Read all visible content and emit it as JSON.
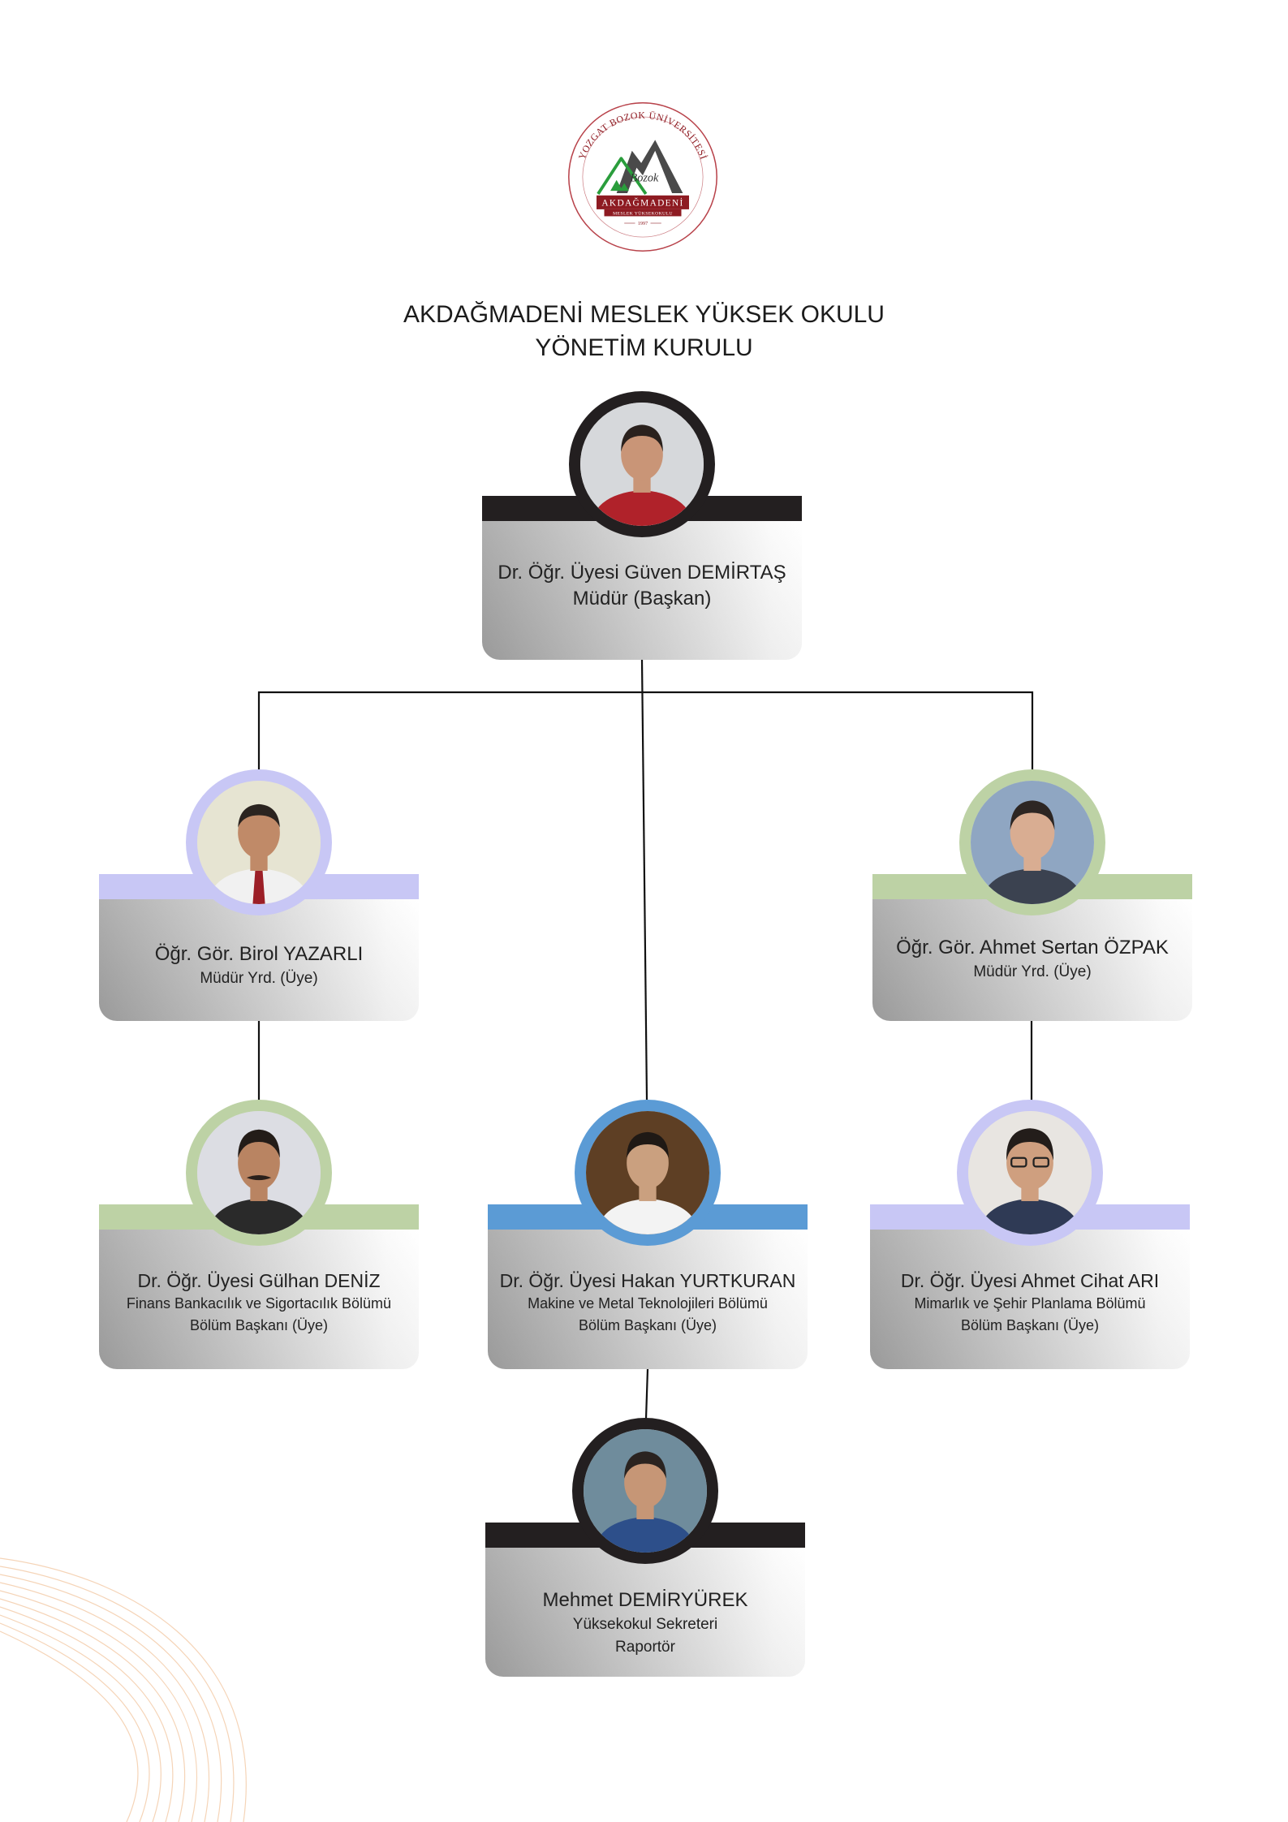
{
  "logo": {
    "arc_text": "YOZGAT BOZOK ÜNİVERSİTESİ",
    "script": "Bozok",
    "banner": "AKDAĞMADENİ",
    "banner_sub": "MESLEK YÜKSEKOKULU",
    "year": "1997"
  },
  "title": {
    "line1": "AKDAĞMADENİ MESLEK YÜKSEK OKULU",
    "line2": "YÖNETİM KURULU"
  },
  "colors": {
    "logo_red": "#8e1b22",
    "connector": "#111111",
    "wave": "#f2c6a0"
  },
  "members": [
    {
      "name": "Dr. Öğr. Üyesi Güven DEMİRTAŞ",
      "lines": [
        "Müdür (Başkan)"
      ],
      "accent": "#231f20"
    },
    {
      "name": "Öğr. Gör. Birol YAZARLI",
      "lines": [
        "Müdür Yrd. (Üye)"
      ],
      "accent": "#c8c7f5"
    },
    {
      "name": "Öğr. Gör. Ahmet Sertan ÖZPAK",
      "lines": [
        "Müdür Yrd. (Üye)"
      ],
      "accent": "#bdd2a5"
    },
    {
      "name": "Dr. Öğr. Üyesi Gülhan DENİZ",
      "lines": [
        "Finans Bankacılık ve Sigortacılık Bölümü",
        "Bölüm Başkanı (Üye)"
      ],
      "accent": "#bdd2a5"
    },
    {
      "name": "Dr. Öğr. Üyesi Hakan YURTKURAN",
      "lines": [
        "Makine ve Metal Teknolojileri Bölümü",
        "Bölüm Başkanı (Üye)"
      ],
      "accent": "#5b9bd5"
    },
    {
      "name": "Dr. Öğr. Üyesi Ahmet Cihat ARI",
      "lines": [
        "Mimarlık ve Şehir Planlama Bölümü",
        "Bölüm Başkanı (Üye)"
      ],
      "accent": "#c8c7f5"
    },
    {
      "name": "Mehmet DEMİRYÜREK",
      "lines": [
        "Yüksekokul Sekreteri",
        "Raportör"
      ],
      "accent": "#231f20"
    }
  ]
}
